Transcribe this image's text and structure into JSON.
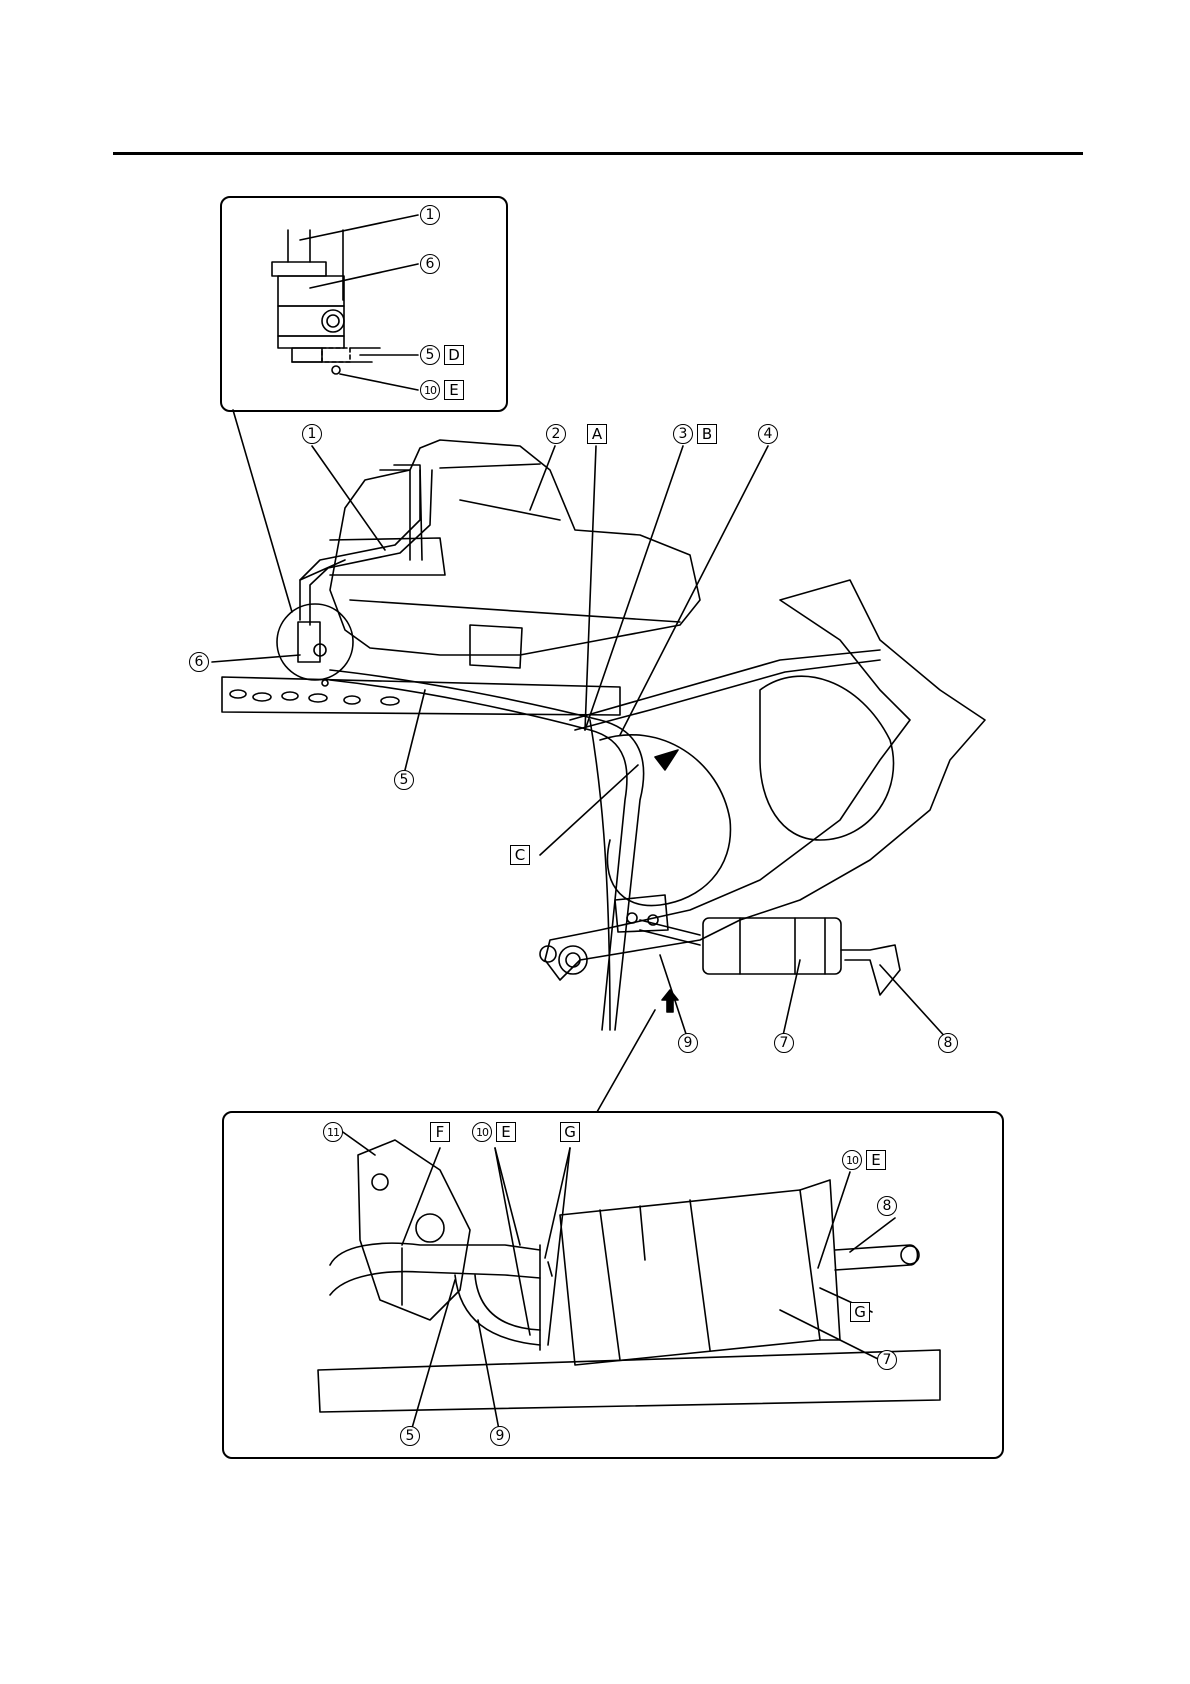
{
  "callouts": {
    "c1": "1",
    "c2": "2",
    "c3": "3",
    "c4": "4",
    "c5": "5",
    "c6": "6",
    "c7": "7",
    "c8": "8",
    "c9": "9",
    "c10": "10",
    "c11": "11"
  },
  "letters": {
    "A": "A",
    "B": "B",
    "C": "C",
    "D": "D",
    "E": "E",
    "F": "F",
    "G": "G"
  }
}
